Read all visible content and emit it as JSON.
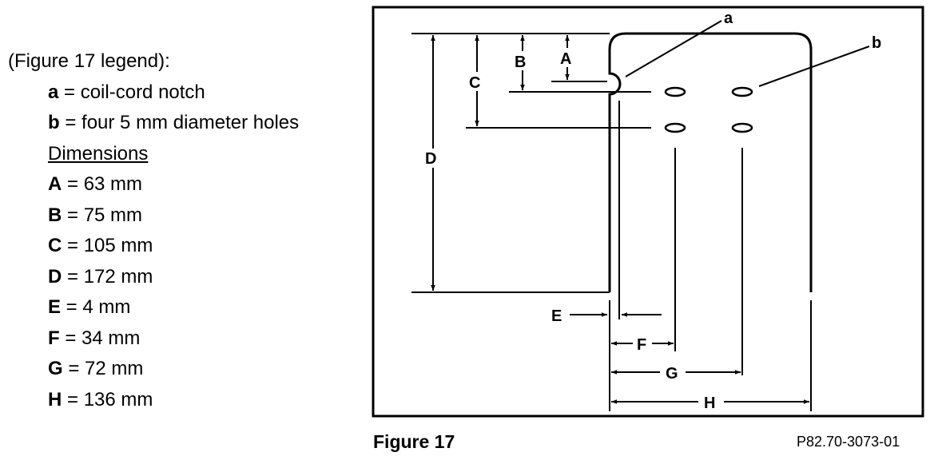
{
  "legend": {
    "heading": "(Figure 17 legend):",
    "items": [
      {
        "key": "a",
        "text": " = coil-cord notch"
      },
      {
        "key": "b",
        "text": " = four 5 mm diameter holes"
      }
    ],
    "dimensions_title": "Dimensions",
    "dimensions": [
      {
        "key": "A",
        "text": " = 63 mm"
      },
      {
        "key": "B",
        "text": " = 75 mm"
      },
      {
        "key": "C",
        "text": " = 105 mm"
      },
      {
        "key": "D",
        "text": " = 172 mm"
      },
      {
        "key": "E",
        "text": " = 4 mm"
      },
      {
        "key": "F",
        "text": " = 34 mm"
      },
      {
        "key": "G",
        "text": " = 72 mm"
      },
      {
        "key": "H",
        "text": " = 136 mm"
      }
    ]
  },
  "diagram": {
    "callouts": {
      "a": "a",
      "b": "b"
    },
    "labels": {
      "A": "A",
      "B": "B",
      "C": "C",
      "D": "D",
      "E": "E",
      "F": "F",
      "G": "G",
      "H": "H"
    }
  },
  "caption": {
    "title": "Figure 17",
    "code": "P82.70-3073-01"
  }
}
